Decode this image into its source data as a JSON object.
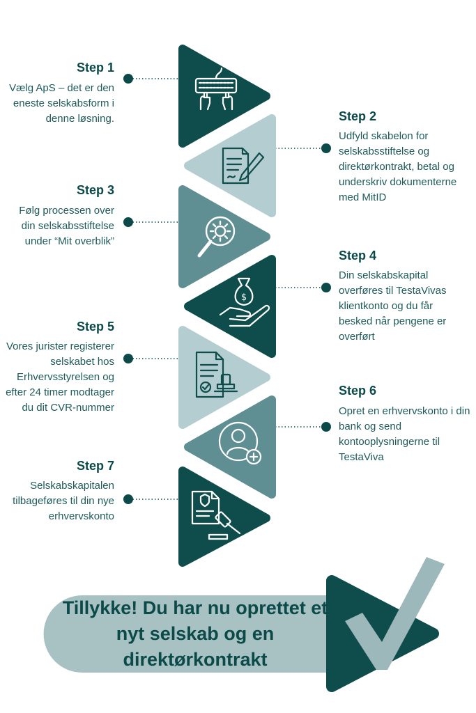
{
  "steps": [
    {
      "title": "Step 1",
      "text": "Vælg ApS – det er den eneste selskabsform i denne løsning.",
      "icon": "keyboard-hands-icon",
      "color": "#0f4d4d"
    },
    {
      "title": "Step 2",
      "text": "Udfyld skabelon for selskabsstiftelse og direktørkontrakt, betal og underskriv dokumenterne med MitID",
      "icon": "document-signing-icon",
      "color": "#b3cdd0"
    },
    {
      "title": "Step 3",
      "text": "Følg processen over din selskabsstiftelse under “Mit overblik”",
      "icon": "magnifier-gear-icon",
      "color": "#5f8f93"
    },
    {
      "title": "Step 4",
      "text": "Din selskabskapital overføres til TestaVivas klientkonto og du får besked når pengene er overført",
      "icon": "money-bag-hand-icon",
      "color": "#0f4d4d"
    },
    {
      "title": "Step 5",
      "text": "Vores jurister registerer selskabet hos Erhvervsstyrelsen og efter 24 timer modtager du dit CVR-nummer",
      "icon": "document-stamp-icon",
      "color": "#b3cdd0"
    },
    {
      "title": "Step 6",
      "text": "Opret en erhvervskonto i din bank og send kontooplysningerne til TestaViva",
      "icon": "user-add-icon",
      "color": "#5f8f93"
    },
    {
      "title": "Step 7",
      "text": "Selskabskapitalen tilbageføres til din nye erhvervskonto",
      "icon": "legal-gavel-icon",
      "color": "#0f4d4d"
    }
  ],
  "final": {
    "message": "Tillykke! Du har nu oprettet et nyt selskab og en direktørkontrakt",
    "icon": "checkmark-icon"
  },
  "colors": {
    "dark": "#0f4d4d",
    "mid": "#5f8f93",
    "light": "#b3cdd0",
    "pill": "#a8c2c4",
    "check": "#9cb8bb"
  }
}
